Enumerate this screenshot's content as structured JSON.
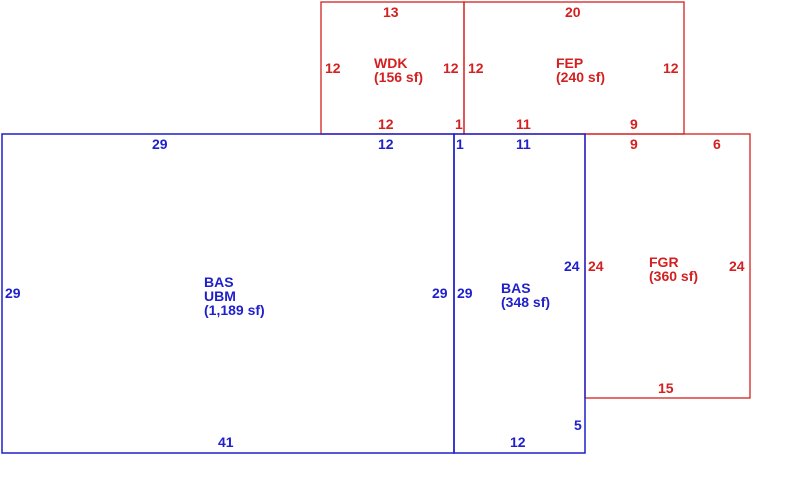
{
  "colors": {
    "red": "#d42020",
    "blue": "#1f1fcc"
  },
  "areas": {
    "wdk": {
      "code": "WDK",
      "area": "(156 sf)"
    },
    "fep": {
      "code": "FEP",
      "area": "(240 sf)"
    },
    "fgr": {
      "code": "FGR",
      "area": "(360 sf)"
    },
    "bas_main": {
      "code": "BAS",
      "code2": "UBM",
      "area": "(1,189 sf)"
    },
    "bas_small": {
      "code": "BAS",
      "area": "(348 sf)"
    }
  },
  "dimensions": {
    "wdk_top": "13",
    "wdk_left": "12",
    "wdk_right": "12",
    "wdk_bottom": "12",
    "wdk_bottom_right": "1",
    "fep_top": "20",
    "fep_left": "12",
    "fep_right": "12",
    "fep_bottom_a": "11",
    "fep_bottom_b": "9",
    "fgr_top_a": "9",
    "fgr_top_b": "6",
    "fgr_left": "24",
    "fgr_right": "24",
    "fgr_bottom": "15",
    "bas_top": "29",
    "bas_top_b": "12",
    "bas_left": "29",
    "bas_right": "29",
    "bas_bottom": "41",
    "bas2_top_a": "1",
    "bas2_top_b": "11",
    "bas2_left": "29",
    "bas2_right": "24",
    "bas2_right_b": "5",
    "bas2_bottom": "12"
  }
}
